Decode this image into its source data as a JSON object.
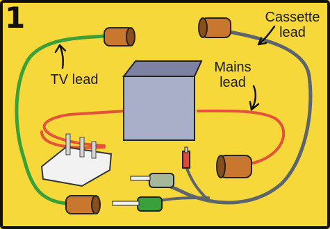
{
  "panel_number": "1",
  "labels": {
    "tv_lead": "TV lead",
    "mains_lead": "Mains\nlead",
    "cassette_lead": "Cassette\nlead"
  },
  "colors": {
    "background": "#f7d83a",
    "border": "#111111",
    "tv_cable": "#3aa13a",
    "mains_cable": "#e5523a",
    "cassette_cable": "#5c6470",
    "power_unit": "#a9aec9",
    "connector": "#c9772f",
    "plug": "#f2f2f2"
  }
}
